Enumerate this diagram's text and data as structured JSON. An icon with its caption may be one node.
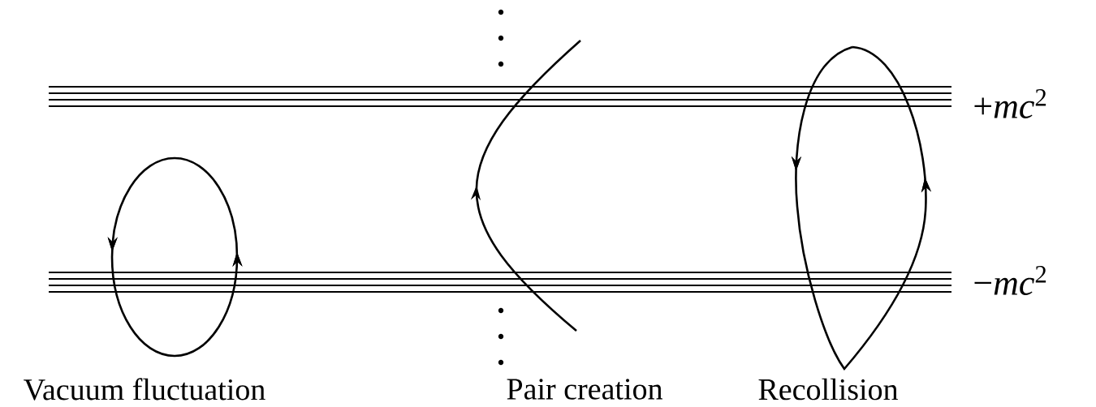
{
  "diagram": {
    "labels": [
      "+*mc*$^{2}$",
      "−*mc*$^{2}$",
      "Vacuum fluctuation",
      "Pair creation",
      "Recollision"
    ]
  }
}
